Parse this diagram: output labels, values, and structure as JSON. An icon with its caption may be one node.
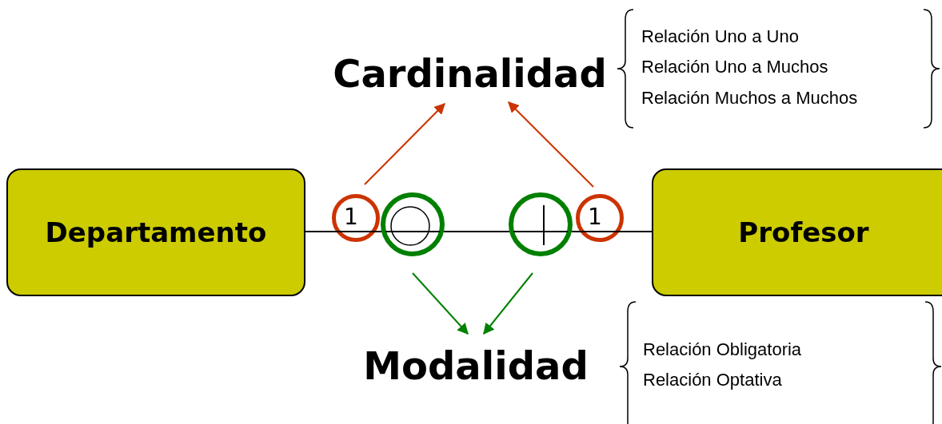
{
  "diagram": {
    "nodes": [
      {
        "text": [
          "Departamento"
        ]
      },
      {
        "text": [
          "Profesor"
        ]
      },
      {
        "text": [
          "Cardinalidad"
        ]
      },
      {
        "text": [
          "Modalidad"
        ]
      },
      {
        "text": [
          "1"
        ]
      },
      {
        "text": [],
        "shape": "circle"
      },
      {
        "text": [],
        "shape": "circle"
      },
      {
        "text": [
          "1"
        ]
      }
    ],
    "edges": [
      {
        "from": 0,
        "to": 4,
        "arrow": "none",
        "color": "#000000"
      },
      {
        "from": 4,
        "to": 5,
        "arrow": "none",
        "color": "#000000"
      },
      {
        "from": 5,
        "to": 6,
        "arrow": "none",
        "color": "#000000"
      },
      {
        "from": 6,
        "to": 7,
        "arrow": "none",
        "color": "#000000"
      },
      {
        "from": 7,
        "to": 1,
        "arrow": "none",
        "color": "#000000"
      },
      {
        "from": 4,
        "to": 2,
        "arrow": "to",
        "color": "#cc3300"
      },
      {
        "from": 7,
        "to": 2,
        "arrow": "to",
        "color": "#cc3300"
      },
      {
        "from": 5,
        "to": 3,
        "arrow": "to",
        "color": "#008000"
      },
      {
        "from": 6,
        "to": 3,
        "arrow": "to",
        "color": "#008000"
      }
    ],
    "labels": [
      "Relación Uno a Uno",
      "Relación Uno a Muchos",
      "Relación Muchos a Muchos",
      "Relación Obligatoria",
      "Relación Optativa"
    ]
  }
}
